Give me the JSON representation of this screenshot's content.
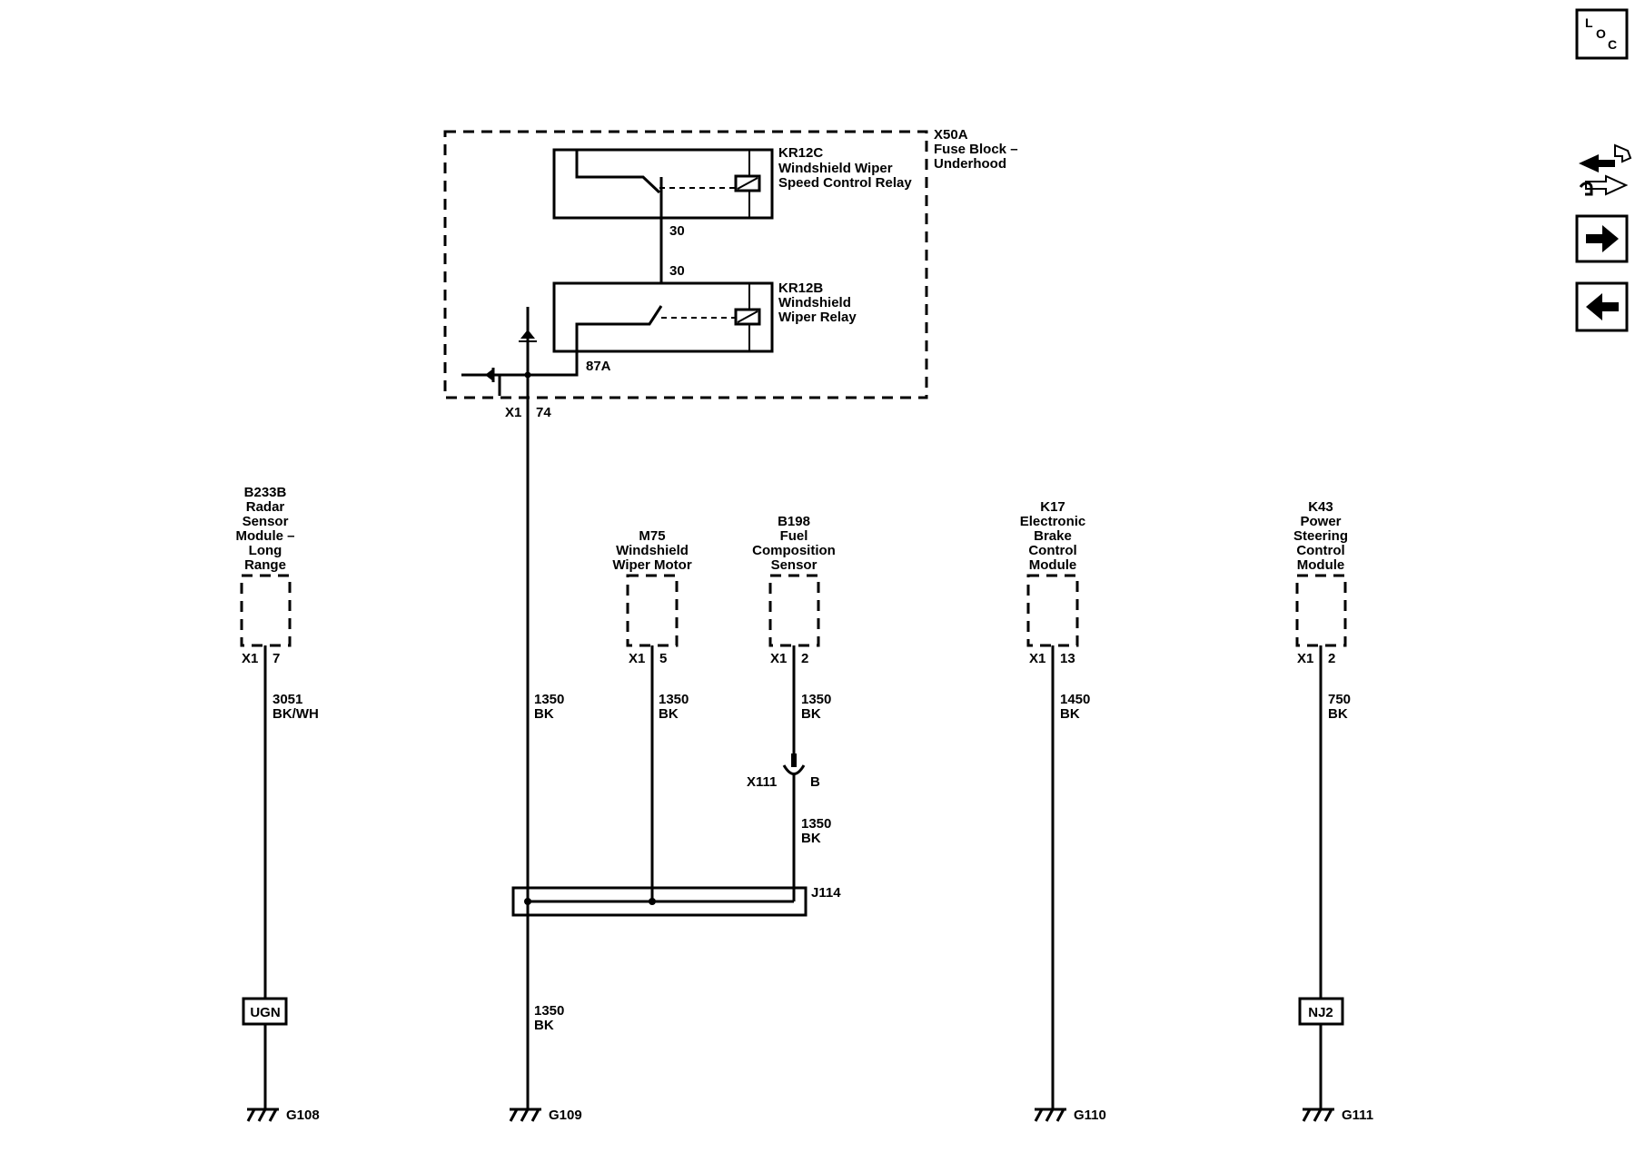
{
  "nav": {
    "loc_letters": [
      "L",
      "O",
      "C"
    ],
    "icons": [
      "loc-icon",
      "connector-swap-icon",
      "arrow-right-icon",
      "arrow-left-icon"
    ]
  },
  "fuse_block": {
    "id": "X50A",
    "name_line1": "Fuse Block –",
    "name_line2": "Underhood",
    "connector": "X1",
    "pin": "74"
  },
  "relay_c": {
    "id": "KR12C",
    "line1": "Windshield Wiper",
    "line2": "Speed Control Relay",
    "pin": "30"
  },
  "relay_b": {
    "id": "KR12B",
    "line1": "Windshield",
    "line2": "Wiper Relay",
    "pin_top": "30",
    "pin_out": "87A"
  },
  "components": [
    {
      "id": "B233B",
      "lines": [
        "Radar",
        "Sensor",
        "Module –",
        "Long",
        "Range"
      ],
      "connector": "X1",
      "pin": "7",
      "gauge": "3051",
      "color": "BK/WH",
      "inline": "UGN",
      "ground": "G108"
    },
    {
      "id": "M75",
      "lines": [
        "Windshield",
        "Wiper Motor"
      ],
      "connector": "X1",
      "pin": "5",
      "gauge": "1350",
      "color": "BK"
    },
    {
      "id": "B198",
      "lines": [
        "Fuel",
        "Composition",
        "Sensor"
      ],
      "connector": "X1",
      "pin": "2",
      "gauge": "1350",
      "color": "BK",
      "connector2": "X111",
      "pin2": "B",
      "gauge2": "1350",
      "color2": "BK"
    },
    {
      "id": "K17",
      "lines": [
        "Electronic",
        "Brake",
        "Control",
        "Module"
      ],
      "connector": "X1",
      "pin": "13",
      "gauge": "1450",
      "color": "BK",
      "ground": "G110"
    },
    {
      "id": "K43",
      "lines": [
        "Power",
        "Steering",
        "Control",
        "Module"
      ],
      "connector": "X1",
      "pin": "2",
      "gauge": "750",
      "color": "BK",
      "inline": "NJ2",
      "ground": "G111"
    }
  ],
  "fuse_wire": {
    "gauge": "1350",
    "color": "BK"
  },
  "splice": {
    "id": "J114",
    "gauge": "1350",
    "color": "BK",
    "ground": "G109"
  }
}
